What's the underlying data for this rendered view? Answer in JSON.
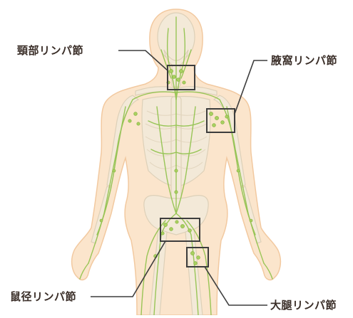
{
  "labels": {
    "cervical": "頸部リンパ節",
    "axillary": "腋窩リンパ節",
    "inguinal": "鼠径リンパ節",
    "femoral": "大腿リンパ節"
  },
  "colors": {
    "skin_fill": "#fbe5cc",
    "skin_edge": "#f2c9a0",
    "bone_fill": "#f3e9d8",
    "bone_edge": "#ddd0b8",
    "lymph": "#8fc24a",
    "node": "#a9d060",
    "box_stroke": "#3d3d3d",
    "leader": "#3d3d3d",
    "label_text": "#3a2e28"
  }
}
